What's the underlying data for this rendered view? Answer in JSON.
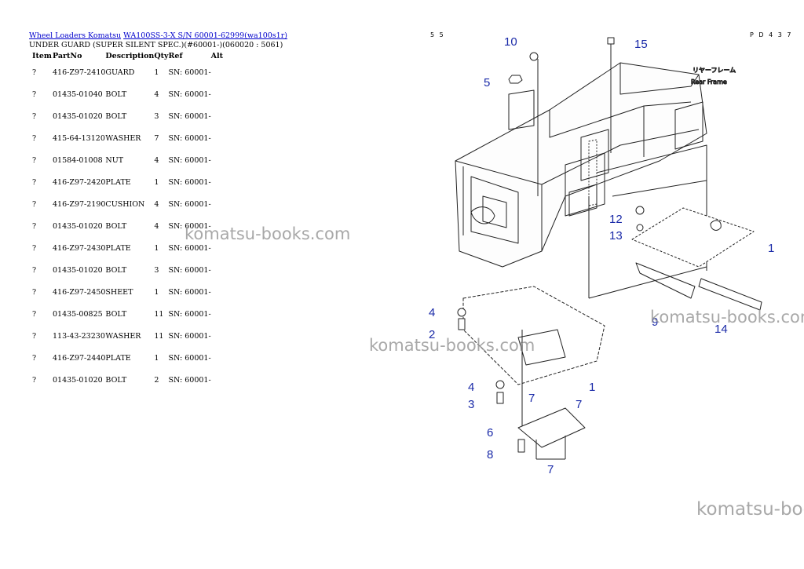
{
  "breadcrumb": {
    "link1": "Wheel Loaders Komatsu",
    "link2": "WA100SS-3-X S/N 60001-62999(wa100s1r)"
  },
  "subtitle": "UNDER GUARD (SUPER SILENT SPEC.)(#60001-)(060020 : 5061)",
  "table": {
    "headers": [
      "Item",
      "PartNo",
      "Description",
      "Qty",
      "Ref",
      "Alt"
    ],
    "rows": [
      {
        "item": "?",
        "part": "416-Z97-2410",
        "desc": "GUARD",
        "qty": "1",
        "ref": "SN: 60001-"
      },
      {
        "item": "?",
        "part": "01435-01040",
        "desc": "BOLT",
        "qty": "4",
        "ref": "SN: 60001-"
      },
      {
        "item": "?",
        "part": "01435-01020",
        "desc": "BOLT",
        "qty": "3",
        "ref": "SN: 60001-"
      },
      {
        "item": "?",
        "part": "415-64-13120",
        "desc": "WASHER",
        "qty": "7",
        "ref": "SN: 60001-"
      },
      {
        "item": "?",
        "part": "01584-01008",
        "desc": "NUT",
        "qty": "4",
        "ref": "SN: 60001-"
      },
      {
        "item": "?",
        "part": "416-Z97-2420",
        "desc": "PLATE",
        "qty": "1",
        "ref": "SN: 60001-"
      },
      {
        "item": "?",
        "part": "416-Z97-2190",
        "desc": "CUSHION",
        "qty": "4",
        "ref": "SN: 60001-"
      },
      {
        "item": "?",
        "part": "01435-01020",
        "desc": "BOLT",
        "qty": "4",
        "ref": "SN: 60001-"
      },
      {
        "item": "?",
        "part": "416-Z97-2430",
        "desc": "PLATE",
        "qty": "1",
        "ref": "SN: 60001-"
      },
      {
        "item": "?",
        "part": "01435-01020",
        "desc": "BOLT",
        "qty": "3",
        "ref": "SN: 60001-"
      },
      {
        "item": "?",
        "part": "416-Z97-2450",
        "desc": "SHEET",
        "qty": "1",
        "ref": "SN: 60001-"
      },
      {
        "item": "?",
        "part": "01435-00825",
        "desc": "BOLT",
        "qty": "11",
        "ref": "SN: 60001-"
      },
      {
        "item": "?",
        "part": "113-43-23230",
        "desc": "WASHER",
        "qty": "11",
        "ref": "SN: 60001-"
      },
      {
        "item": "?",
        "part": "416-Z97-2440",
        "desc": "PLATE",
        "qty": "1",
        "ref": "SN: 60001-"
      },
      {
        "item": "?",
        "part": "01435-01020",
        "desc": "BOLT",
        "qty": "2",
        "ref": "SN: 60001-"
      }
    ]
  },
  "diagram": {
    "page_number": "5 5",
    "page_code": "P D 4 3 7",
    "frame_label_jp": "リヤーフレーム",
    "frame_label_en": "Rear Frame",
    "callouts": [
      "10",
      "15",
      "5",
      "12",
      "13",
      "1",
      "4",
      "2",
      "9",
      "14",
      "1",
      "4",
      "3",
      "7",
      "7",
      "6",
      "8",
      "7"
    ]
  },
  "watermark": "komatsu-books.com",
  "colors": {
    "link": "#0000cc",
    "callout": "#1a2aa8",
    "watermark": "#9a9a9a"
  }
}
